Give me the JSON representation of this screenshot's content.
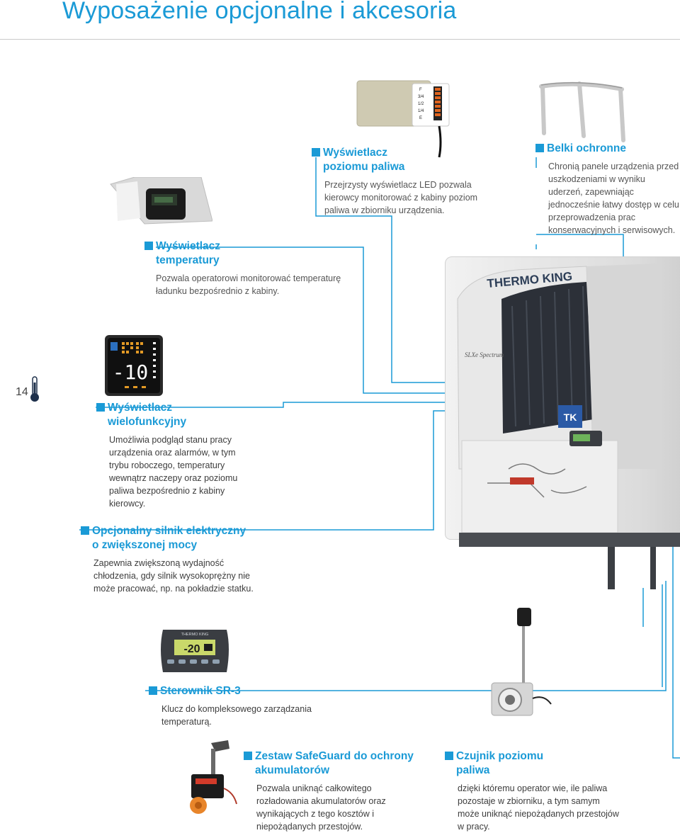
{
  "page": {
    "title": "Wyposażenie opcjonalne i akcesoria",
    "page_number": "14"
  },
  "items": {
    "temp_display": {
      "title_line1": "Wyświetlacz",
      "title_line2": "temperatury",
      "body": "Pozwala operatorowi monitorować temperaturę ładunku bezpośrednio z kabiny."
    },
    "fuel_display": {
      "title_line1": "Wyświetlacz",
      "title_line2": "poziomu paliwa",
      "body": "Przejrzysty wyświetlacz LED pozwala kierowcy monitorować z kabiny poziom paliwa w zbiorniku urządzenia."
    },
    "bumpers": {
      "title_line1": "Belki ochronne",
      "body": "Chronią panele urządzenia przed uszkodzeniami w wyniku uderzeń, zapewniając jednocześnie łatwy dostęp w celu przeprowadzenia prac konserwacyjnych i serwisowych."
    },
    "multi_display": {
      "title_line1": "Wyświetlacz",
      "title_line2": "wielofunkcyjny",
      "body": "Umożliwia podgląd stanu pracy urządzenia oraz alarmów, w tym trybu roboczego, temperatury wewnątrz naczepy oraz poziomu paliwa bezpośrednio z kabiny kierowcy.",
      "screen_value": "-10"
    },
    "electric_motor": {
      "title_line1": "Opcjonalny silnik elektryczny",
      "title_line2": "o zwiększonej mocy",
      "body": "Zapewnia zwiększoną wydajność chłodzenia, gdy silnik wysokoprężny nie może pracować, np. na pokładzie statku."
    },
    "controller": {
      "title_line1": "Sterownik SR-3",
      "body": "Klucz do kompleksowego zarządzania temperaturą.",
      "brand": "THERMO KING",
      "screen_value": "-20"
    },
    "safeguard": {
      "title_line1": "Zestaw SafeGuard do ochrony",
      "title_line2": "akumulatorów",
      "body": "Pozwala uniknąć całkowitego rozładowania akumulatorów oraz wynikających z tego kosztów i niepożądanych przestojów."
    },
    "fuel_sensor": {
      "title_line1": "Czujnik poziomu",
      "title_line2": "paliwa",
      "body": "dzięki któremu operator wie, ile paliwa pozostaje w zbiorniku, a tym samym może uniknąć niepożądanych przestojów w pracy."
    },
    "trailer": {
      "brand": "THERMO KING",
      "model": "SLXe Spectrum"
    },
    "fuel_gauge_labels": [
      "F",
      "3/4",
      "1/2",
      "1/4",
      "E"
    ]
  },
  "colors": {
    "accent": "#1a9ad6",
    "text": "#3d3d3d"
  }
}
